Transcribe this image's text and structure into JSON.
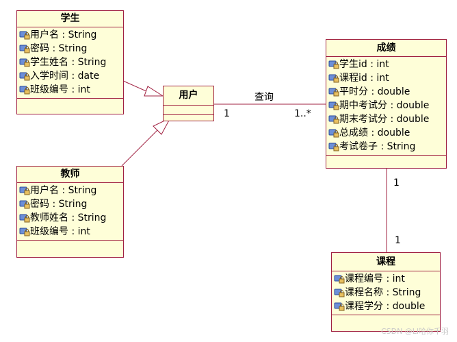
{
  "classes": {
    "student": {
      "name": "学生",
      "attributes": [
        "用户名 : String",
        "密码 : String",
        "学生姓名 : String",
        "入学时间 : date",
        "班级编号 : int"
      ]
    },
    "user": {
      "name": "用户",
      "attributes": []
    },
    "teacher": {
      "name": "教师",
      "attributes": [
        "用户名 : String",
        "密码 : String",
        "教师姓名 : String",
        "班级编号 : int"
      ]
    },
    "score": {
      "name": "成绩",
      "attributes": [
        "学生id : int",
        "课程id : int",
        "平时分 : double",
        "期中考试分 : double",
        "期末考试分 : double",
        "总成绩 : double",
        "考试卷子 : String"
      ]
    },
    "course": {
      "name": "课程",
      "attributes": [
        "课程编号 : int",
        "课程名称 : String",
        "课程学分 : double"
      ]
    }
  },
  "associations": {
    "query": {
      "label": "查询",
      "user_multiplicity": "1",
      "score_multiplicity": "1..*"
    },
    "score_course": {
      "score_multiplicity": "1",
      "course_multiplicity": "1"
    }
  },
  "watermark": "CSDN @Ll哈你千羽",
  "colors": {
    "class_fill": "#fefed8",
    "class_border": "#a02040",
    "line": "#a02040"
  },
  "icon": "lock-attribute-icon"
}
